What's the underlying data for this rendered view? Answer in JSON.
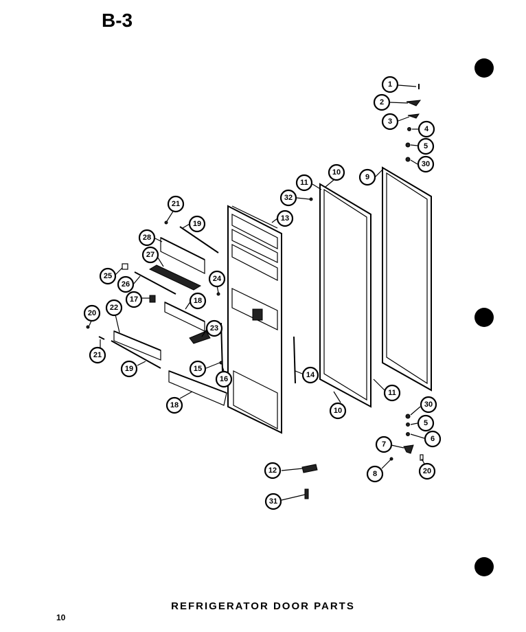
{
  "page": {
    "section_label": "B-3",
    "title": "REFRIGERATOR DOOR PARTS",
    "page_number": "10"
  },
  "callouts": [
    {
      "id": "c1",
      "label": "1"
    },
    {
      "id": "c2",
      "label": "2"
    },
    {
      "id": "c3",
      "label": "3"
    },
    {
      "id": "c4",
      "label": "4"
    },
    {
      "id": "c5a",
      "label": "5"
    },
    {
      "id": "c30a",
      "label": "30"
    },
    {
      "id": "c9",
      "label": "9"
    },
    {
      "id": "c10a",
      "label": "10"
    },
    {
      "id": "c11a",
      "label": "11"
    },
    {
      "id": "c32",
      "label": "32"
    },
    {
      "id": "c13",
      "label": "13"
    },
    {
      "id": "c21a",
      "label": "21"
    },
    {
      "id": "c19a",
      "label": "19"
    },
    {
      "id": "c28",
      "label": "28"
    },
    {
      "id": "c27",
      "label": "27"
    },
    {
      "id": "c25",
      "label": "25"
    },
    {
      "id": "c26",
      "label": "26"
    },
    {
      "id": "c24",
      "label": "24"
    },
    {
      "id": "c17",
      "label": "17"
    },
    {
      "id": "c18a",
      "label": "18"
    },
    {
      "id": "c20a",
      "label": "20"
    },
    {
      "id": "c22",
      "label": "22"
    },
    {
      "id": "c23",
      "label": "23"
    },
    {
      "id": "c21b",
      "label": "21"
    },
    {
      "id": "c19b",
      "label": "19"
    },
    {
      "id": "c15",
      "label": "15"
    },
    {
      "id": "c16",
      "label": "16"
    },
    {
      "id": "c14",
      "label": "14"
    },
    {
      "id": "c18b",
      "label": "18"
    },
    {
      "id": "c11b",
      "label": "11"
    },
    {
      "id": "c10b",
      "label": "10"
    },
    {
      "id": "c30b",
      "label": "30"
    },
    {
      "id": "c5b",
      "label": "5"
    },
    {
      "id": "c6",
      "label": "6"
    },
    {
      "id": "c7",
      "label": "7"
    },
    {
      "id": "c8",
      "label": "8"
    },
    {
      "id": "c20b",
      "label": "20"
    },
    {
      "id": "c12",
      "label": "12"
    },
    {
      "id": "c31",
      "label": "31"
    }
  ]
}
